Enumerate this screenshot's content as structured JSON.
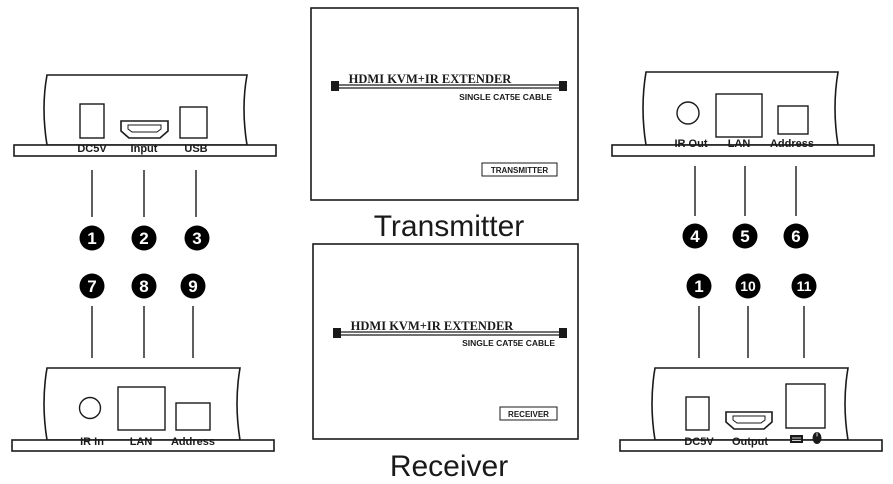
{
  "transmitter_face": {
    "ports": [
      "DC5V",
      "Input",
      "USB"
    ],
    "numbers": [
      "1",
      "2",
      "3"
    ]
  },
  "receiver_face": {
    "ports": [
      "IR In",
      "LAN",
      "Address"
    ],
    "numbers": [
      "7",
      "8",
      "9"
    ]
  },
  "transmitter_back": {
    "ports": [
      "IR Out",
      "LAN",
      "Address"
    ],
    "numbers": [
      "4",
      "5",
      "6"
    ]
  },
  "receiver_back": {
    "ports": [
      "DC5V",
      "Output"
    ],
    "numbers": [
      "1",
      "10",
      "11"
    ],
    "icons": [
      "keyboard-icon",
      "mouse-icon"
    ]
  },
  "transmitter_unit": {
    "product_title": "HDMI KVM+IR EXTENDER",
    "cable_subtitle": "SINGLE CAT5E CABLE",
    "badge": "TRANSMITTER",
    "caption": "Transmitter"
  },
  "receiver_unit": {
    "product_title": "HDMI KVM+IR EXTENDER",
    "cable_subtitle": "SINGLE CAT5E CABLE",
    "badge": "RECEIVER",
    "caption": "Receiver"
  },
  "colors": {
    "line": "#1a1a1a",
    "panel_fill": "#ffffff",
    "badge_fill": "#000000",
    "badge_text": "#ffffff"
  }
}
